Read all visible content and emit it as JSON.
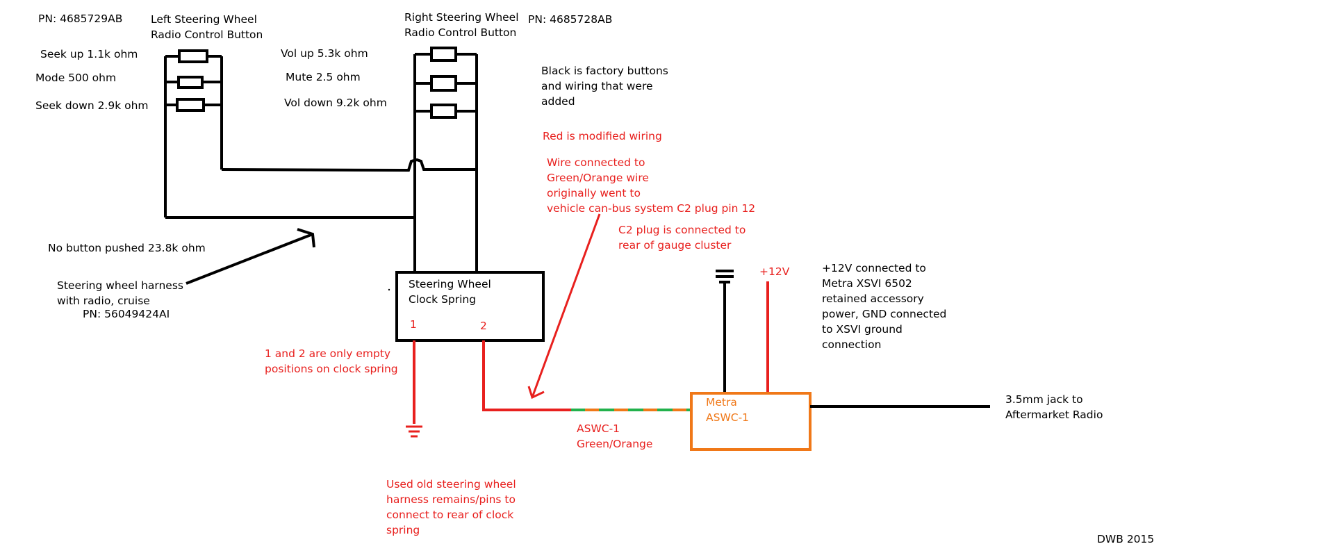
{
  "colors": {
    "factory_wiring": "#000000",
    "modified_wiring": "#e8201e",
    "metra_module": "#f07818",
    "green_stripe": "#22b14c"
  },
  "left_button": {
    "part_number": "PN: 4685729AB",
    "title": "Left Steering Wheel\nRadio Control Button",
    "seek_up": "Seek up 1.1k ohm",
    "mode": "Mode 500 ohm",
    "seek_down": "Seek down 2.9k ohm"
  },
  "right_button": {
    "title": "Right Steering Wheel\nRadio Control Button",
    "part_number": "PN: 4685728AB",
    "vol_up": "Vol up 5.3k ohm",
    "mute": "Mute 2.5 ohm",
    "vol_down": "Vol down 9.2k ohm"
  },
  "notes": {
    "black_note": "Black is factory buttons\nand wiring that were\nadded",
    "red_note": "Red is modified wiring",
    "wire_note": "Wire connected to\nGreen/Orange wire\noriginally went to\nvehicle can-bus system C2 plug pin 12",
    "c2_note": "C2 plug is connected to\nrear of gauge cluster",
    "no_button": "No button pushed 23.8k ohm",
    "harness": "Steering wheel harness\nwith radio, cruise",
    "harness_pn": "PN: 56049424AI",
    "empty_positions": "1 and 2 are only empty\npositions on clock spring",
    "old_harness": "Used old steering wheel\nharness remains/pins to\nconnect to rear of clock\nspring",
    "plus12_label": "+12V",
    "plus12_note": "+12V connected to\nMetra XSVI 6502\nretained accessory\npower, GND connected\nto XSVI ground\nconnection",
    "jack_note": "3.5mm jack to\nAftermarket Radio",
    "aswc_wire": "ASWC-1\nGreen/Orange",
    "signature": "DWB 2015"
  },
  "clock_spring": {
    "title": "Steering Wheel\nClock Spring",
    "pin1": "1",
    "pin2": "2"
  },
  "metra": {
    "title": "Metra\nASWC-1"
  }
}
